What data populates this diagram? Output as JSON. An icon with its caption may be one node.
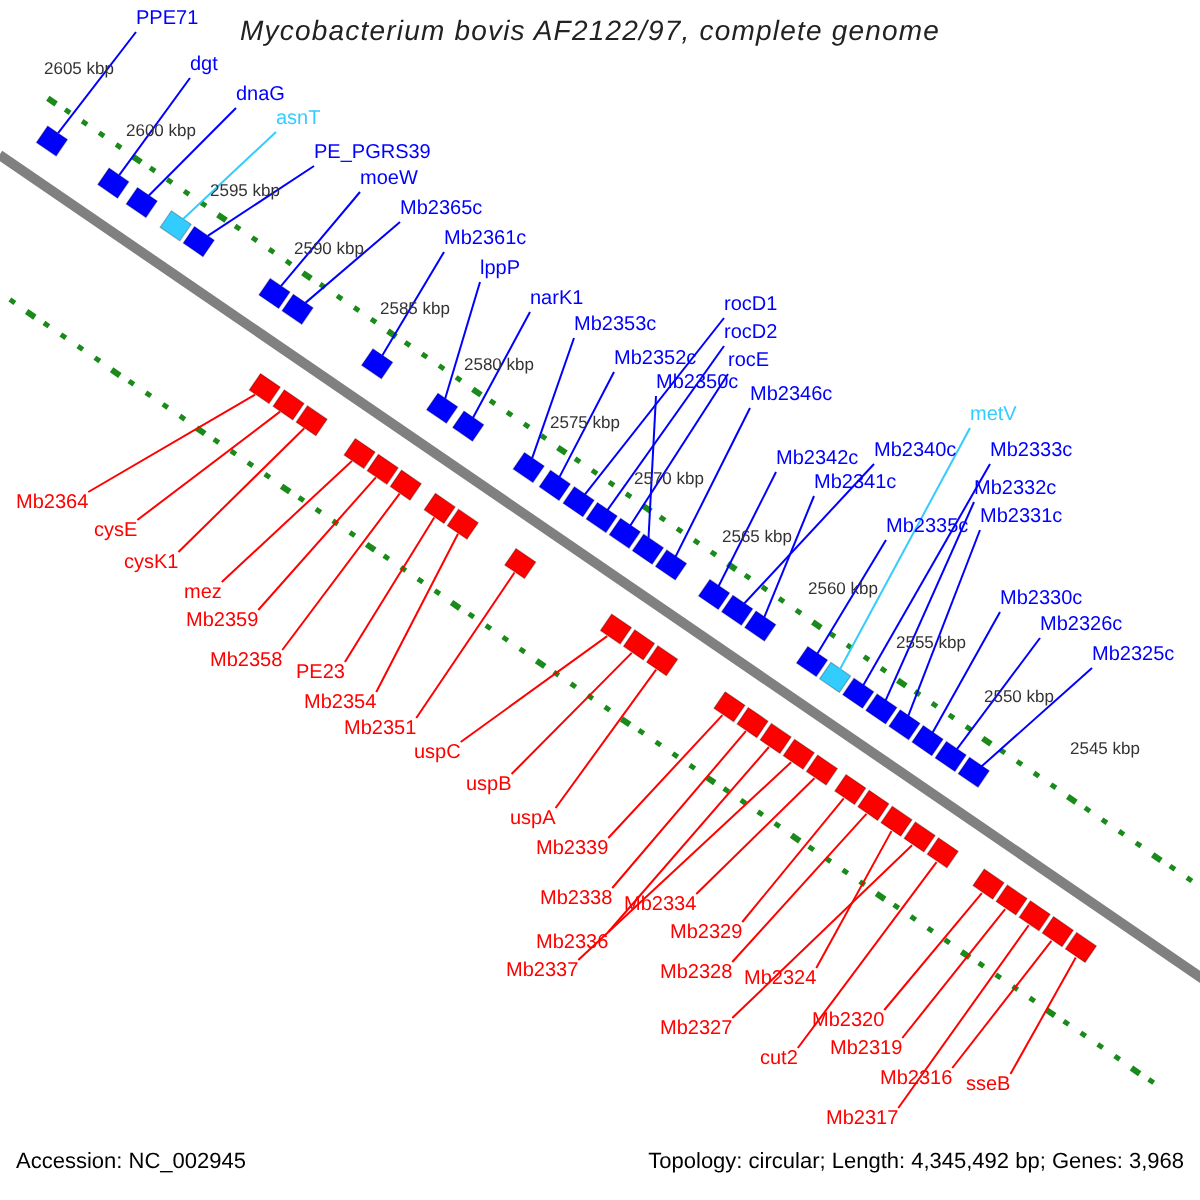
{
  "diagram": {
    "title": "Mycobacterium bovis AF2122/97, complete genome",
    "nodes": [
      {
        "text": [
          "PPE71"
        ]
      },
      {
        "text": [
          "dgt"
        ]
      },
      {
        "text": [
          "dnaG"
        ]
      },
      {
        "text": [
          "asnT"
        ]
      },
      {
        "text": [
          "PE_PGRS39"
        ]
      },
      {
        "text": [
          "moeW"
        ]
      },
      {
        "text": [
          "Mb2365c"
        ]
      },
      {
        "text": [
          "Mb2361c"
        ]
      },
      {
        "text": [
          "lppP"
        ]
      },
      {
        "text": [
          "narK1"
        ]
      },
      {
        "text": [
          "Mb2353c"
        ]
      },
      {
        "text": [
          "Mb2352c"
        ]
      },
      {
        "text": [
          "rocD1"
        ]
      },
      {
        "text": [
          "rocD2"
        ]
      },
      {
        "text": [
          "rocE"
        ]
      },
      {
        "text": [
          "Mb2350c"
        ]
      },
      {
        "text": [
          "Mb2346c"
        ]
      },
      {
        "text": [
          "Mb2342c"
        ]
      },
      {
        "text": [
          "Mb2340c"
        ]
      },
      {
        "text": [
          "Mb2341c"
        ]
      },
      {
        "text": [
          "metV"
        ]
      },
      {
        "text": [
          "Mb2333c"
        ]
      },
      {
        "text": [
          "Mb2335c"
        ]
      },
      {
        "text": [
          "Mb2332c"
        ]
      },
      {
        "text": [
          "Mb2331c"
        ]
      },
      {
        "text": [
          "Mb2330c"
        ]
      },
      {
        "text": [
          "Mb2326c"
        ]
      },
      {
        "text": [
          "Mb2325c"
        ]
      },
      {
        "text": [
          "Mb2364"
        ]
      },
      {
        "text": [
          "cysE"
        ]
      },
      {
        "text": [
          "cysK1"
        ]
      },
      {
        "text": [
          "mez"
        ]
      },
      {
        "text": [
          "Mb2359"
        ]
      },
      {
        "text": [
          "Mb2358"
        ]
      },
      {
        "text": [
          "PE23"
        ]
      },
      {
        "text": [
          "Mb2354"
        ]
      },
      {
        "text": [
          "Mb2351"
        ]
      },
      {
        "text": [
          "uspC"
        ]
      },
      {
        "text": [
          "uspB"
        ]
      },
      {
        "text": [
          "uspA"
        ]
      },
      {
        "text": [
          "Mb2339"
        ]
      },
      {
        "text": [
          "Mb2338"
        ]
      },
      {
        "text": [
          "Mb2334"
        ]
      },
      {
        "text": [
          "Mb2336"
        ]
      },
      {
        "text": [
          "Mb2337"
        ]
      },
      {
        "text": [
          "Mb2329"
        ]
      },
      {
        "text": [
          "Mb2328"
        ]
      },
      {
        "text": [
          "Mb2324"
        ]
      },
      {
        "text": [
          "Mb2327"
        ]
      },
      {
        "text": [
          "cut2"
        ]
      },
      {
        "text": [
          "Mb2320"
        ]
      },
      {
        "text": [
          "Mb2319"
        ]
      },
      {
        "text": [
          "Mb2316"
        ]
      },
      {
        "text": [
          "sseB"
        ]
      },
      {
        "text": [
          "Mb2317"
        ]
      },
      {
        "text": [],
        "shape": "box"
      },
      {
        "text": [],
        "shape": "box"
      },
      {
        "text": [],
        "shape": "box"
      },
      {
        "text": [],
        "shape": "box"
      },
      {
        "text": [],
        "shape": "box"
      },
      {
        "text": [],
        "shape": "box"
      },
      {
        "text": [],
        "shape": "box"
      },
      {
        "text": [],
        "shape": "box"
      },
      {
        "text": [],
        "shape": "box"
      },
      {
        "text": [],
        "shape": "box"
      },
      {
        "text": [],
        "shape": "box"
      },
      {
        "text": [],
        "shape": "box"
      },
      {
        "text": [],
        "shape": "box"
      },
      {
        "text": [],
        "shape": "box"
      },
      {
        "text": [],
        "shape": "box"
      },
      {
        "text": [],
        "shape": "box"
      },
      {
        "text": [],
        "shape": "box"
      },
      {
        "text": [],
        "shape": "box"
      },
      {
        "text": [],
        "shape": "box"
      },
      {
        "text": [],
        "shape": "box"
      },
      {
        "text": [],
        "shape": "box"
      },
      {
        "text": [],
        "shape": "box"
      },
      {
        "text": [],
        "shape": "box"
      },
      {
        "text": [],
        "shape": "box"
      },
      {
        "text": [],
        "shape": "box"
      },
      {
        "text": [],
        "shape": "box"
      },
      {
        "text": [],
        "shape": "box"
      },
      {
        "text": [],
        "shape": "box"
      },
      {
        "text": [],
        "shape": "box"
      },
      {
        "text": [],
        "shape": "box"
      },
      {
        "text": [],
        "shape": "box"
      },
      {
        "text": [],
        "shape": "box"
      },
      {
        "text": [],
        "shape": "box"
      },
      {
        "text": [],
        "shape": "box"
      },
      {
        "text": [],
        "shape": "box"
      },
      {
        "text": [],
        "shape": "box"
      },
      {
        "text": [],
        "shape": "box"
      },
      {
        "text": [],
        "shape": "box"
      },
      {
        "text": [],
        "shape": "box"
      },
      {
        "text": [],
        "shape": "box"
      },
      {
        "text": [],
        "shape": "box"
      },
      {
        "text": [],
        "shape": "box"
      },
      {
        "text": [],
        "shape": "box"
      },
      {
        "text": [],
        "shape": "box"
      },
      {
        "text": [],
        "shape": "box"
      },
      {
        "text": [],
        "shape": "box"
      },
      {
        "text": [],
        "shape": "box"
      },
      {
        "text": [],
        "shape": "box"
      },
      {
        "text": [],
        "shape": "box"
      },
      {
        "text": [],
        "shape": "box"
      },
      {
        "text": [],
        "shape": "box"
      },
      {
        "text": [],
        "shape": "box"
      },
      {
        "text": [],
        "shape": "box"
      },
      {
        "text": [],
        "shape": "box"
      },
      {
        "text": [],
        "shape": "box"
      }
    ],
    "edges": [
      {
        "from": 0,
        "to": 55,
        "arrow": "none",
        "color": "#0000ff"
      },
      {
        "from": 1,
        "to": 56,
        "arrow": "none",
        "color": "#0000ff"
      },
      {
        "from": 2,
        "to": 57,
        "arrow": "none",
        "color": "#0000ff"
      },
      {
        "from": 3,
        "to": 58,
        "arrow": "none",
        "color": "#33ccff"
      },
      {
        "from": 4,
        "to": 59,
        "arrow": "none",
        "color": "#0000ff"
      },
      {
        "from": 5,
        "to": 60,
        "arrow": "none",
        "color": "#0000ff"
      },
      {
        "from": 6,
        "to": 61,
        "arrow": "none",
        "color": "#0000ff"
      },
      {
        "from": 7,
        "to": 62,
        "arrow": "none",
        "color": "#0000ff"
      },
      {
        "from": 8,
        "to": 63,
        "arrow": "none",
        "color": "#0000ff"
      },
      {
        "from": 9,
        "to": 64,
        "arrow": "none",
        "color": "#0000ff"
      },
      {
        "from": 10,
        "to": 65,
        "arrow": "none",
        "color": "#0000ff"
      },
      {
        "from": 11,
        "to": 66,
        "arrow": "none",
        "color": "#0000ff"
      },
      {
        "from": 12,
        "to": 67,
        "arrow": "none",
        "color": "#0000ff"
      },
      {
        "from": 13,
        "to": 68,
        "arrow": "none",
        "color": "#0000ff"
      },
      {
        "from": 14,
        "to": 69,
        "arrow": "none",
        "color": "#0000ff"
      },
      {
        "from": 15,
        "to": 70,
        "arrow": "none",
        "color": "#0000ff"
      },
      {
        "from": 16,
        "to": 71,
        "arrow": "none",
        "color": "#0000ff"
      },
      {
        "from": 17,
        "to": 72,
        "arrow": "none",
        "color": "#0000ff"
      },
      {
        "from": 18,
        "to": 73,
        "arrow": "none",
        "color": "#0000ff"
      },
      {
        "from": 19,
        "to": 74,
        "arrow": "none",
        "color": "#0000ff"
      },
      {
        "from": 20,
        "to": 75,
        "arrow": "none",
        "color": "#33ccff"
      },
      {
        "from": 21,
        "to": 76,
        "arrow": "none",
        "color": "#0000ff"
      },
      {
        "from": 22,
        "to": 77,
        "arrow": "none",
        "color": "#0000ff"
      },
      {
        "from": 23,
        "to": 78,
        "arrow": "none",
        "color": "#0000ff"
      },
      {
        "from": 24,
        "to": 79,
        "arrow": "none",
        "color": "#0000ff"
      },
      {
        "from": 25,
        "to": 80,
        "arrow": "none",
        "color": "#0000ff"
      },
      {
        "from": 26,
        "to": 81,
        "arrow": "none",
        "color": "#0000ff"
      },
      {
        "from": 27,
        "to": 82,
        "arrow": "none",
        "color": "#0000ff"
      },
      {
        "from": 28,
        "to": 83,
        "arrow": "none"
      },
      {
        "from": 29,
        "to": 84,
        "arrow": "none"
      },
      {
        "from": 30,
        "to": 85,
        "arrow": "none"
      },
      {
        "from": 31,
        "to": 86,
        "arrow": "none"
      },
      {
        "from": 32,
        "to": 87,
        "arrow": "none"
      },
      {
        "from": 33,
        "to": 88,
        "arrow": "none"
      },
      {
        "from": 34,
        "to": 89,
        "arrow": "none"
      },
      {
        "from": 35,
        "to": 90,
        "arrow": "none"
      },
      {
        "from": 36,
        "to": 91,
        "arrow": "none"
      },
      {
        "from": 37,
        "to": 92,
        "arrow": "none"
      },
      {
        "from": 38,
        "to": 93,
        "arrow": "none"
      },
      {
        "from": 39,
        "to": 94,
        "arrow": "none"
      },
      {
        "from": 40,
        "to": 95,
        "arrow": "none"
      },
      {
        "from": 41,
        "to": 96,
        "arrow": "none"
      },
      {
        "from": 42,
        "to": 97,
        "arrow": "none"
      },
      {
        "from": 43,
        "to": 98,
        "arrow": "none"
      },
      {
        "from": 44,
        "to": 99,
        "arrow": "none"
      },
      {
        "from": 45,
        "to": 100,
        "arrow": "none"
      },
      {
        "from": 46,
        "to": 101,
        "arrow": "none"
      },
      {
        "from": 47,
        "to": 102,
        "arrow": "none"
      },
      {
        "from": 48,
        "to": 103,
        "arrow": "none"
      },
      {
        "from": 49,
        "to": 104,
        "arrow": "none"
      },
      {
        "from": 50,
        "to": 105,
        "arrow": "none"
      },
      {
        "from": 51,
        "to": 106,
        "arrow": "none"
      },
      {
        "from": 52,
        "to": 107,
        "arrow": "none"
      },
      {
        "from": 53,
        "to": 108,
        "arrow": "none"
      },
      {
        "from": 54,
        "to": 109,
        "arrow": "none"
      }
    ],
    "labels": [
      "2605 kbp",
      "2600 kbp",
      "2595 kbp",
      "2590 kbp",
      "2585 kbp",
      "2580 kbp",
      "2575 kbp",
      "2570 kbp",
      "2565 kbp",
      "2560 kbp",
      "2555 kbp",
      "2550 kbp",
      "2545 kbp",
      "Accession: NC_002945",
      "Topology: circular; Length: 4,345,492 bp; Genes: 3,968"
    ]
  }
}
